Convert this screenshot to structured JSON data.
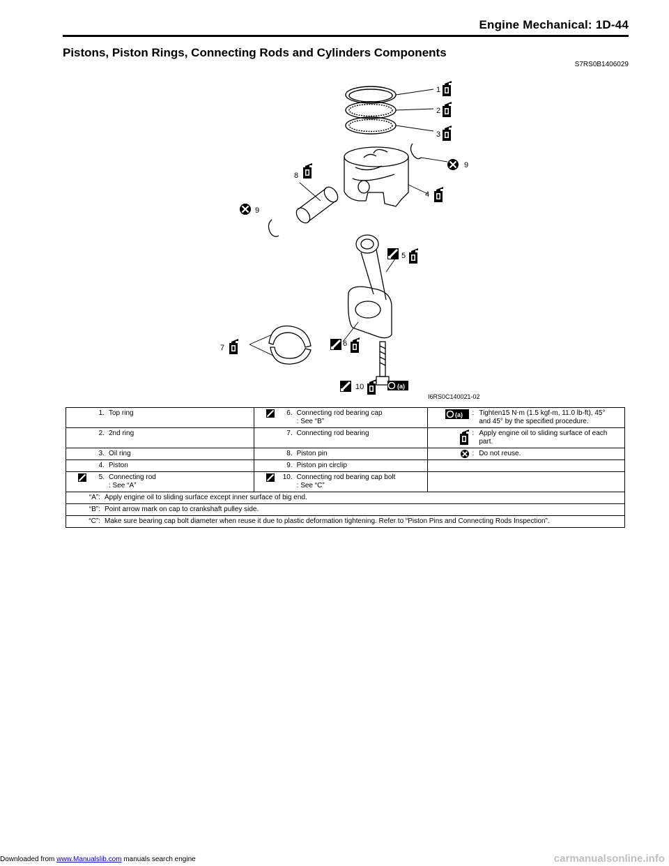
{
  "header": {
    "title": "Engine Mechanical:    1D-44"
  },
  "section": {
    "title": "Pistons, Piston Rings, Connecting Rods and Cylinders Components",
    "code": "S7RS0B1406029"
  },
  "figure": {
    "code": "I6RS0C140021-02",
    "callouts": [
      "1",
      "2",
      "3",
      "4",
      "5",
      "6",
      "7",
      "8",
      "9",
      "9",
      "10"
    ],
    "torque_badge": "(a)"
  },
  "legend": {
    "rows": [
      {
        "c1": {
          "num": "1.",
          "text": "Top ring",
          "icon": ""
        },
        "c2": {
          "num": "6.",
          "text": "Connecting rod bearing cap",
          "text2": ": See “B”",
          "icon": "precision-icon"
        },
        "c3": {
          "symbol": "torque-icon",
          "badge": "(a)",
          "text": "Tighten15 N⋅m (1.5 kgf-m, 11.0 lb-ft), 45°",
          "text2": "and 45° by the specified procedure."
        }
      },
      {
        "c1": {
          "num": "2.",
          "text": "2nd ring",
          "icon": ""
        },
        "c2": {
          "num": "7.",
          "text": "Connecting rod bearing",
          "icon": ""
        },
        "c3": {
          "symbol": "oil-can-icon",
          "text": "Apply engine oil to sliding surface of each",
          "text2": "part."
        }
      },
      {
        "c1": {
          "num": "3.",
          "text": "Oil ring",
          "icon": ""
        },
        "c2": {
          "num": "8.",
          "text": "Piston pin",
          "icon": ""
        },
        "c3": {
          "symbol": "do-not-reuse-icon",
          "text": "Do not reuse."
        }
      },
      {
        "c1": {
          "num": "4.",
          "text": "Piston",
          "icon": ""
        },
        "c2": {
          "num": "9.",
          "text": "Piston pin circlip",
          "icon": ""
        },
        "c3": {
          "symbol": "",
          "text": ""
        }
      },
      {
        "c1": {
          "num": "5.",
          "text": "Connecting rod",
          "text2": ": See “A”",
          "icon": "precision-icon"
        },
        "c2": {
          "num": "10.",
          "text": "Connecting rod bearing cap bolt",
          "text2": ": See “C”",
          "icon": "precision-icon"
        },
        "c3": {
          "symbol": "",
          "text": ""
        }
      }
    ],
    "notes": [
      {
        "key": "“A”:",
        "text": "Apply engine oil to sliding surface except inner surface of big end."
      },
      {
        "key": "“B”:",
        "text": "Point arrow mark on cap to crankshaft pulley side."
      },
      {
        "key": "“C”:",
        "text": "Make sure bearing cap bolt diameter when reuse it due to plastic deformation tightening. Refer to “Piston Pins and Connecting Rods Inspection”."
      }
    ],
    "colon": ":"
  },
  "footer": {
    "prefix": "Downloaded from",
    "link": "www.Manualslib.com",
    "suffix": " manuals search engine",
    "watermark": "carmanualsonline.info"
  }
}
